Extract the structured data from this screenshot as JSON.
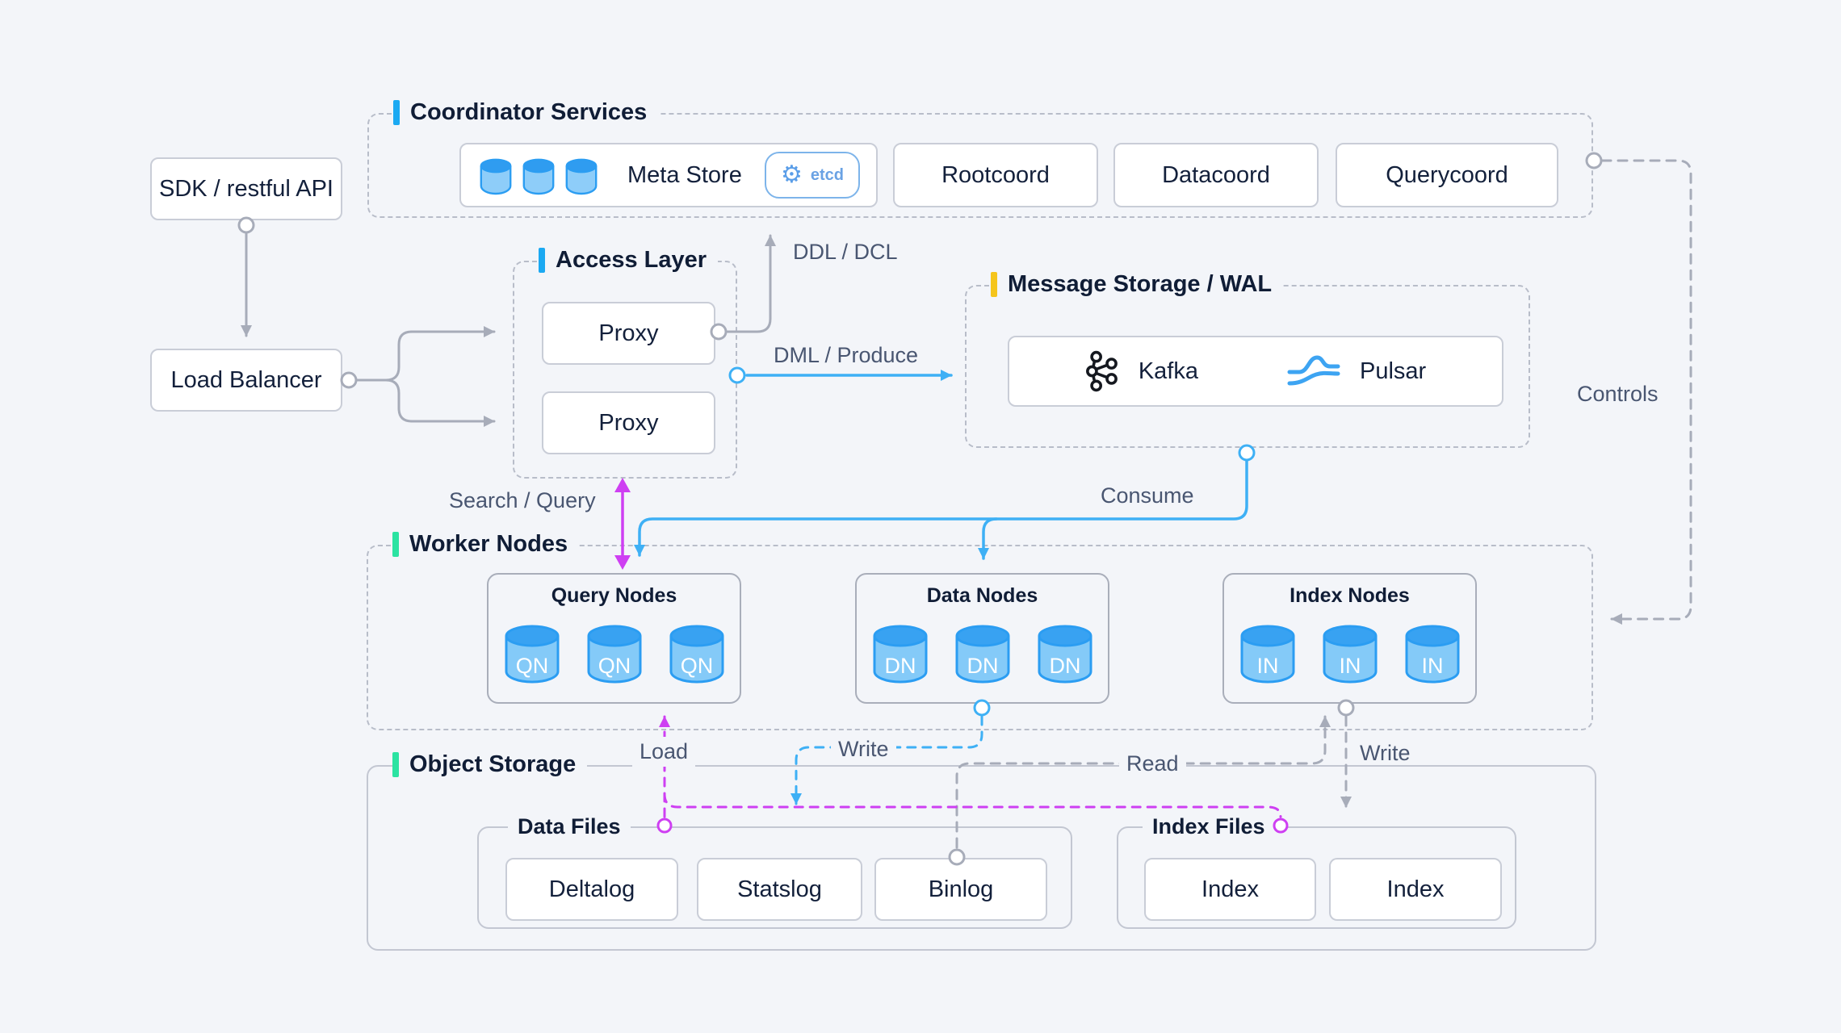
{
  "nodes": {
    "sdk": "SDK / restful API",
    "load_balancer": "Load Balancer"
  },
  "sections": {
    "coordinator": {
      "title": "Coordinator Services",
      "meta_store": {
        "label": "Meta Store",
        "badge": "etcd"
      },
      "services": [
        "Rootcoord",
        "Datacoord",
        "Querycoord"
      ]
    },
    "access": {
      "title": "Access Layer",
      "proxies": [
        "Proxy",
        "Proxy"
      ]
    },
    "message": {
      "title": "Message Storage / WAL",
      "engines": [
        "Kafka",
        "Pulsar"
      ]
    },
    "worker": {
      "title": "Worker Nodes",
      "groups": [
        {
          "title": "Query Nodes",
          "node": "QN"
        },
        {
          "title": "Data Nodes",
          "node": "DN"
        },
        {
          "title": "Index Nodes",
          "node": "IN"
        }
      ]
    },
    "object": {
      "title": "Object Storage",
      "data_files": {
        "title": "Data Files",
        "files": [
          "Deltalog",
          "Statslog",
          "Binlog"
        ]
      },
      "index_files": {
        "title": "Index Files",
        "files": [
          "Index",
          "Index"
        ]
      }
    }
  },
  "edges": {
    "ddl": "DDL / DCL",
    "dml": "DML / Produce",
    "search": "Search / Query",
    "consume": "Consume",
    "controls": "Controls",
    "load": "Load",
    "write_data": "Write",
    "read": "Read",
    "write_index": "Write"
  },
  "colors": {
    "accent_blue": "#1ba9f2",
    "accent_yellow": "#f5c51c",
    "accent_green": "#2be3a2",
    "arrow_gray": "#a7acb9",
    "arrow_blue": "#3eb0f5",
    "arrow_magenta": "#ce3ff2",
    "cylinder_body": "#84caf8",
    "cylinder_top": "#38a2f2",
    "background": "#f3f5f9"
  }
}
